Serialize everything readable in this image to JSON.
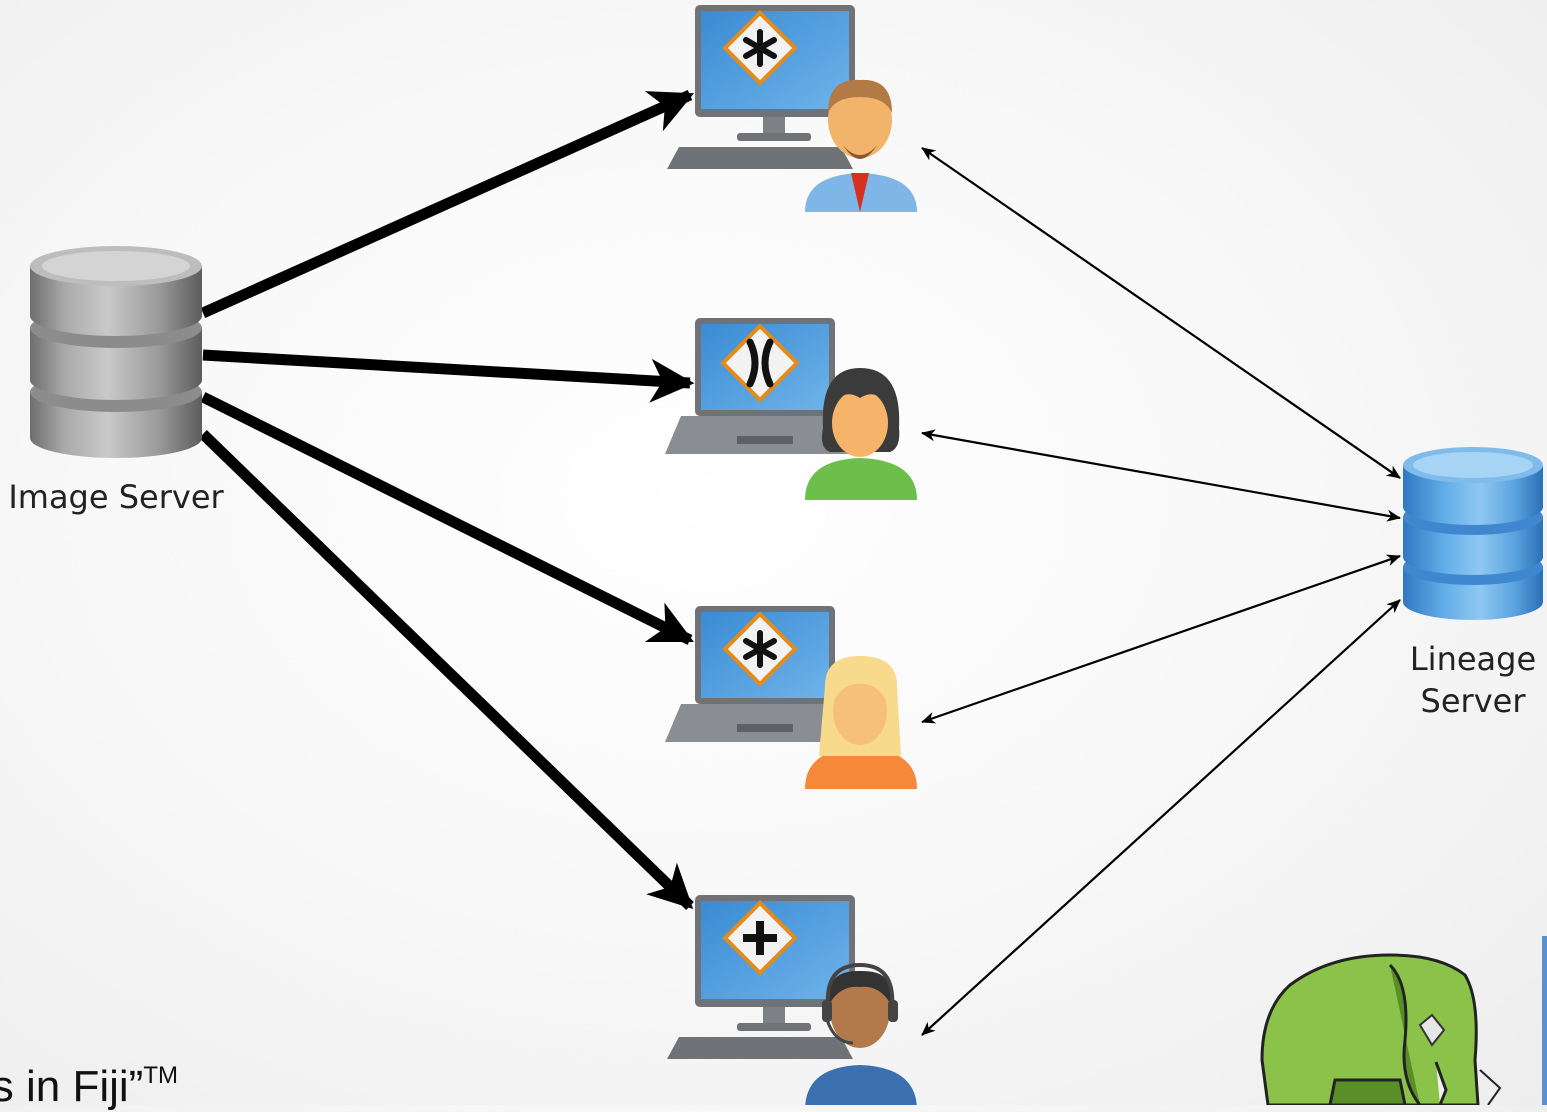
{
  "labels": {
    "image_server": "Image Server",
    "lineage_server_line1": "Lineage",
    "lineage_server_line2": "Server"
  },
  "bottom_text": {
    "text": "is in Fiji”",
    "trademark": "TM"
  },
  "nodes": [
    {
      "id": "image-server",
      "kind": "database",
      "color": "#9a9a9a"
    },
    {
      "id": "lineage-server",
      "kind": "database",
      "color": "#4a93d6"
    },
    {
      "id": "client-1",
      "kind": "desktop",
      "app_icon": "asterisk",
      "user": "man-beard-tie"
    },
    {
      "id": "client-2",
      "kind": "laptop",
      "app_icon": "x",
      "user": "woman-dark-hair"
    },
    {
      "id": "client-3",
      "kind": "laptop",
      "app_icon": "asterisk",
      "user": "woman-blonde"
    },
    {
      "id": "client-4",
      "kind": "desktop",
      "app_icon": "plus",
      "user": "man-headset"
    }
  ],
  "edges": [
    {
      "from": "image-server",
      "to": "client-1",
      "style": "thick",
      "direction": "forward"
    },
    {
      "from": "image-server",
      "to": "client-2",
      "style": "thick",
      "direction": "forward"
    },
    {
      "from": "image-server",
      "to": "client-3",
      "style": "thick",
      "direction": "forward"
    },
    {
      "from": "image-server",
      "to": "client-4",
      "style": "thick",
      "direction": "forward"
    },
    {
      "from": "lineage-server",
      "to": "client-1",
      "style": "thin",
      "direction": "both"
    },
    {
      "from": "lineage-server",
      "to": "client-2",
      "style": "thin",
      "direction": "both"
    },
    {
      "from": "lineage-server",
      "to": "client-3",
      "style": "thin",
      "direction": "both"
    },
    {
      "from": "lineage-server",
      "to": "client-4",
      "style": "thin",
      "direction": "both"
    }
  ],
  "colors": {
    "screen_blue": "#3f8fd6",
    "monitor_frame": "#6f7276",
    "diamond_fill": "#f2f2f2",
    "diamond_border": "#e38b1b",
    "elephant_green": "#8bc34a",
    "arrow": "#000000"
  }
}
